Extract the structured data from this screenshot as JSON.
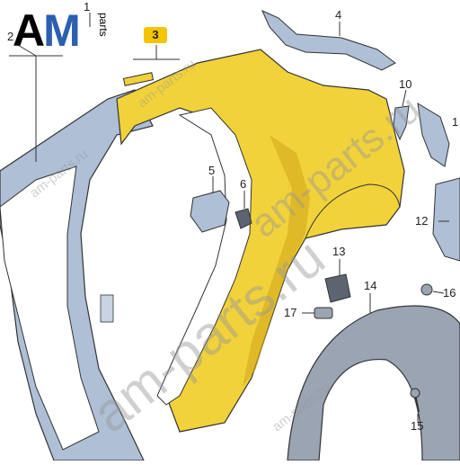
{
  "logo": {
    "brand": "AM",
    "sub": "parts"
  },
  "watermark": {
    "big": "am-parts.ru",
    "small": "am-parts.ru"
  },
  "callouts": [
    {
      "id": "1",
      "text": "1"
    },
    {
      "id": "2",
      "text": "2"
    },
    {
      "id": "3",
      "text": "3",
      "highlight": true
    },
    {
      "id": "4",
      "text": "4"
    },
    {
      "id": "5",
      "text": "5"
    },
    {
      "id": "6",
      "text": "6"
    },
    {
      "id": "10",
      "text": "10"
    },
    {
      "id": "1b",
      "text": "1"
    },
    {
      "id": "12",
      "text": "12"
    },
    {
      "id": "13",
      "text": "13"
    },
    {
      "id": "14",
      "text": "14"
    },
    {
      "id": "16",
      "text": "16"
    },
    {
      "id": "17",
      "text": "17"
    },
    {
      "id": "15",
      "text": "15"
    }
  ],
  "colors": {
    "panel_yellow": "#f2d23a",
    "panel_shadow": "#d4a81c",
    "frame_blue": "#aebfd6",
    "liner_gray": "#9aa4b2",
    "line": "#333333",
    "highlight": "#f2c500"
  }
}
